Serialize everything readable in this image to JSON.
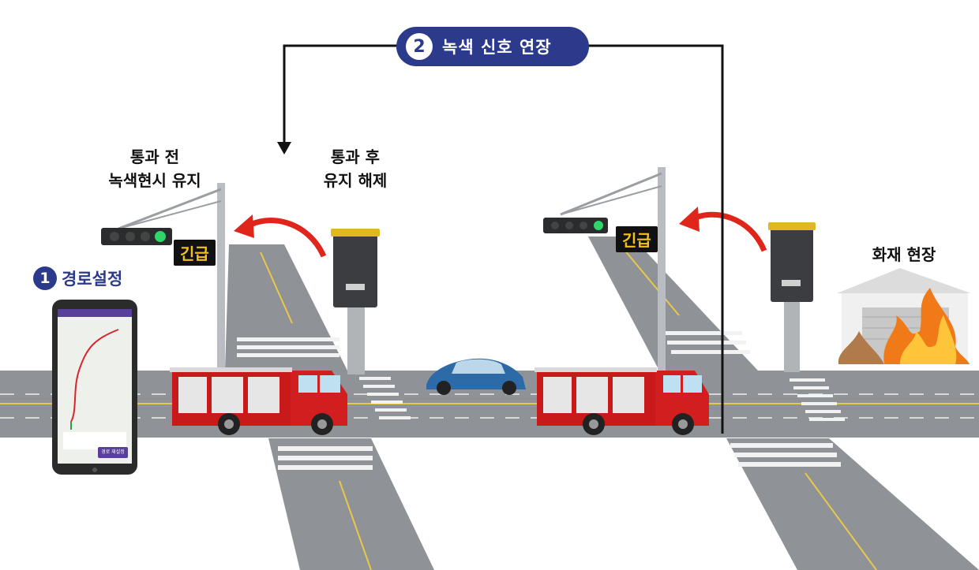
{
  "step2": {
    "number": "2",
    "label": "녹색 신호 연장"
  },
  "step1": {
    "number": "1",
    "label": "경로설정"
  },
  "before_pass": {
    "line1": "통과 전",
    "line2": "녹색현시 유지"
  },
  "after_pass": {
    "line1": "통과 후",
    "line2": "유지 해제"
  },
  "fire_site": "화재 현장",
  "emergency_sign": "긴급",
  "phone": {
    "button_label": "경로 재설정"
  },
  "colors": {
    "badge": "#2b3a8a",
    "arrow_red": "#e0251b",
    "truck_red": "#c81a1a",
    "road": "#8f9296",
    "signal_green": "#2fd76a",
    "sign_text": "#f2c218"
  },
  "icons": [
    "fire-truck-icon",
    "car-icon",
    "traffic-light-icon",
    "controller-box-icon",
    "smartphone-icon",
    "fire-icon",
    "house-icon"
  ]
}
